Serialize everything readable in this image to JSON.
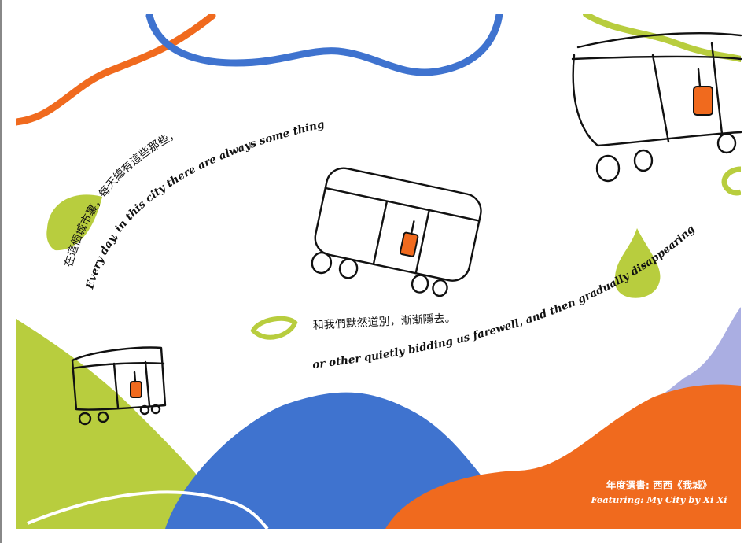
{
  "text": {
    "line1_zh": "在這個城市裏，每天總有這些那些，",
    "line1_en": "Every day, in this city there are always some things",
    "line2_zh": "和我們默然道別，漸漸隱去。",
    "line2_en": "or other quietly bidding us farewell, and then gradually disappearing."
  },
  "credit": {
    "zh": "年度選書: 西西《我城》",
    "en": "Featuring: My City by Xi Xi"
  },
  "colors": {
    "orange": "#f06a1e",
    "blue": "#3f73cf",
    "green": "#b8cd3e",
    "lavender": "#aaaee2",
    "ink": "#111111"
  }
}
